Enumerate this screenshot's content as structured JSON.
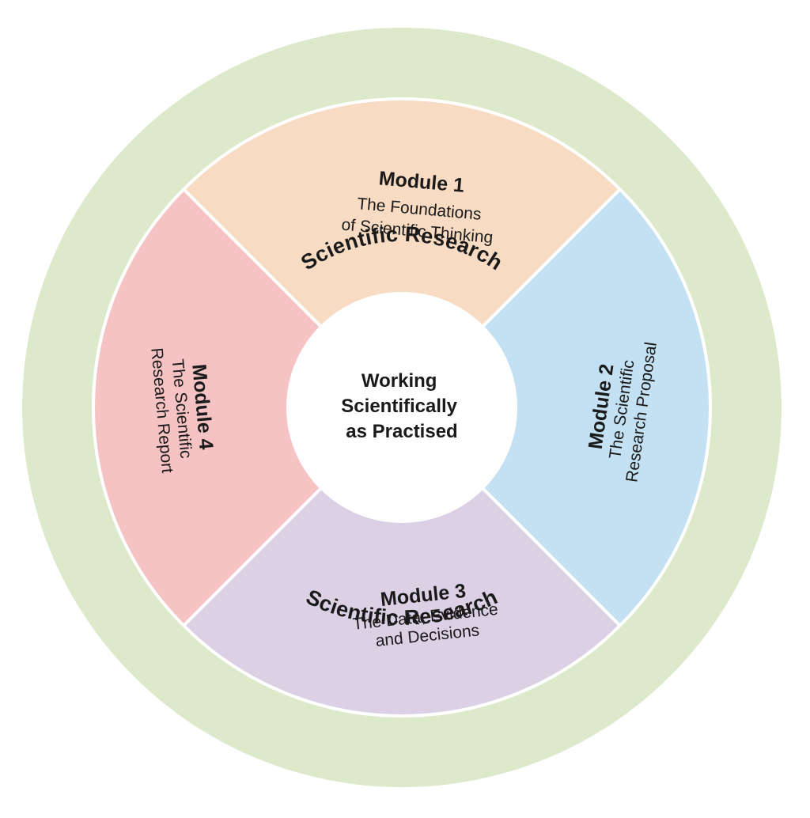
{
  "outer_ring": {
    "label_top": "Scientific Research",
    "label_bottom": "Scientific Research",
    "color": "#dceacb"
  },
  "center": {
    "lines": [
      "Working",
      "Scientifically",
      "as Practised"
    ]
  },
  "modules": [
    {
      "id": "module-1",
      "title": "Module 1",
      "lines": [
        "The Foundations",
        "of Scientific Thinking"
      ],
      "color": "#f8dbc3"
    },
    {
      "id": "module-2",
      "title": "Module 2",
      "lines": [
        "The Scientific",
        "Research Proposal"
      ],
      "color": "#c3e1f3"
    },
    {
      "id": "module-3",
      "title": "Module 3",
      "lines": [
        "The Data, Evidence",
        "and Decisions"
      ],
      "color": "#dcd0e5"
    },
    {
      "id": "module-4",
      "title": "Module 4",
      "lines": [
        "The Scientific",
        "Research Report"
      ],
      "color": "#f6c3c4"
    }
  ]
}
